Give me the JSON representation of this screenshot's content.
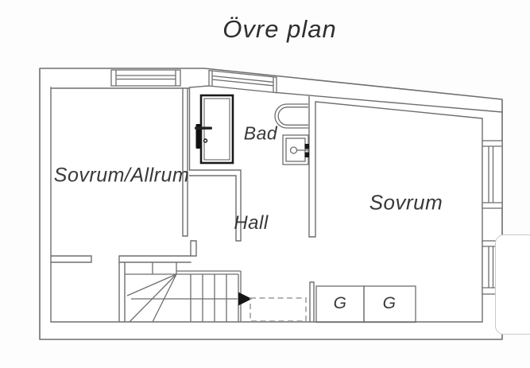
{
  "title": "Övre plan",
  "rooms": {
    "bedroom_living": {
      "label": "Sovrum/Allrum"
    },
    "bathroom": {
      "label": "Bad"
    },
    "hall": {
      "label": "Hall"
    },
    "bedroom": {
      "label": "Sovrum"
    }
  },
  "wardrobes": {
    "left": "G",
    "right": "G"
  },
  "icons": [
    "door-icon",
    "bathtub-icon",
    "sink-icon",
    "window-icon",
    "stairs-icon",
    "direction-arrow-icon"
  ],
  "colors": {
    "wall_line": "#6e6e6e",
    "door_frame": "#1a1a1a",
    "text": "#383838",
    "arrow": "#161616",
    "dashed_line": "#9a9a9a",
    "background": "#fdfdfd",
    "card_border": "#c9c9c9"
  }
}
